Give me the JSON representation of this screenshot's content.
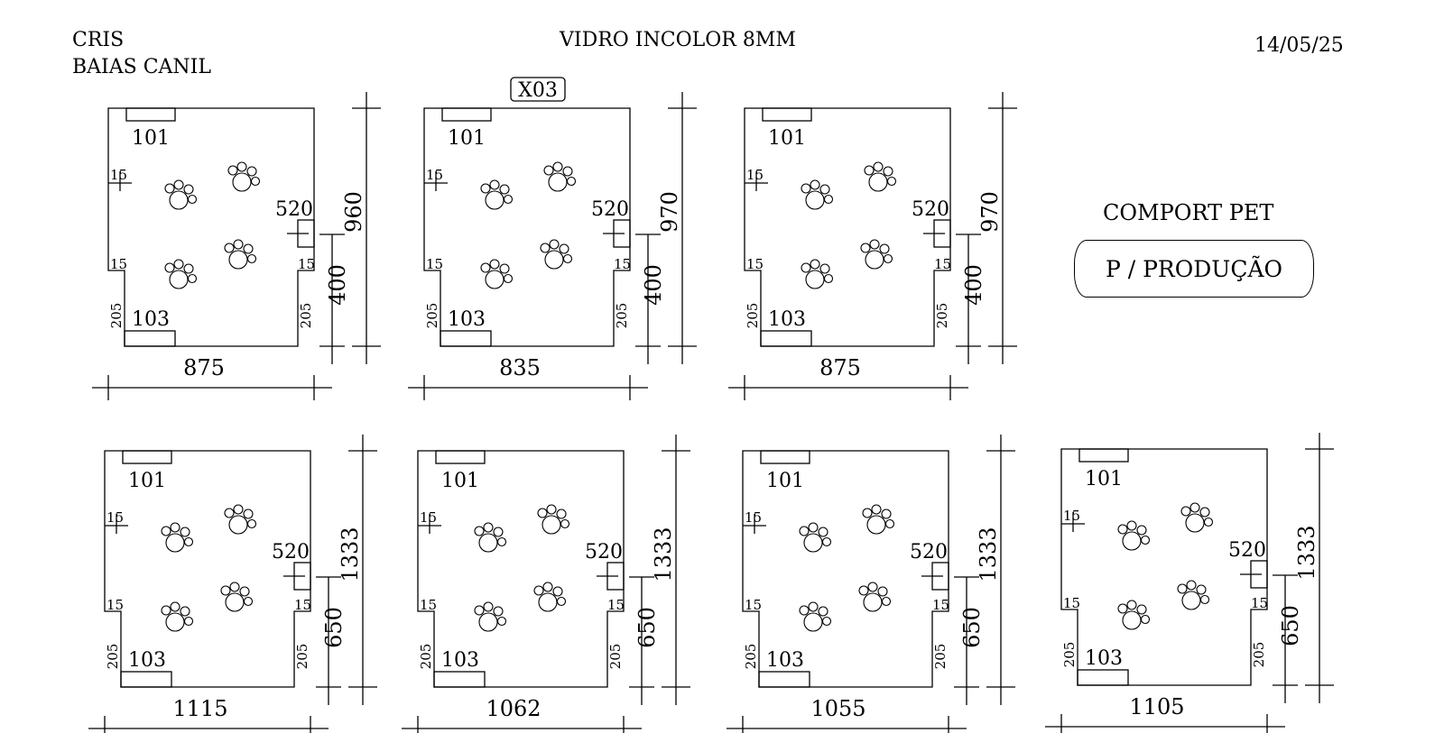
{
  "header": {
    "client": "CRIS",
    "project": "BAIAS CANIL",
    "material": "VIDRO INCOLOR 8MM",
    "date": "14/05/25"
  },
  "note": {
    "title": "COMPORT PET",
    "stamp": "P / PRODUÇÃO"
  },
  "quantity_tag": "X03",
  "panels": [
    {
      "width": "875",
      "height": "960",
      "top_cutout": "101",
      "bottom_cutout": "103",
      "side_mark": "520",
      "side_height": "400",
      "corner": "15",
      "notch_depth": "15",
      "notch_width": "205"
    },
    {
      "width": "835",
      "height": "970",
      "top_cutout": "101",
      "bottom_cutout": "103",
      "side_mark": "520",
      "side_height": "400",
      "corner": "15",
      "notch_depth": "15",
      "notch_width": "205"
    },
    {
      "width": "875",
      "height": "970",
      "top_cutout": "101",
      "bottom_cutout": "103",
      "side_mark": "520",
      "side_height": "400",
      "corner": "15",
      "notch_depth": "15",
      "notch_width": "205"
    },
    {
      "width": "1115",
      "height": "1333",
      "top_cutout": "101",
      "bottom_cutout": "103",
      "side_mark": "520",
      "side_height": "650",
      "corner": "15",
      "notch_depth": "15",
      "notch_width": "205"
    },
    {
      "width": "1062",
      "height": "1333",
      "top_cutout": "101",
      "bottom_cutout": "103",
      "side_mark": "520",
      "side_height": "650",
      "corner": "15",
      "notch_depth": "15",
      "notch_width": "205"
    },
    {
      "width": "1055",
      "height": "1333",
      "top_cutout": "101",
      "bottom_cutout": "103",
      "side_mark": "520",
      "side_height": "650",
      "corner": "15",
      "notch_depth": "15",
      "notch_width": "205"
    },
    {
      "width": "1105",
      "height": "1333",
      "top_cutout": "101",
      "bottom_cutout": "103",
      "side_mark": "520",
      "side_height": "650",
      "corner": "15",
      "notch_depth": "15",
      "notch_width": "205"
    }
  ],
  "decoration": {
    "icon": "paw-print-icon",
    "stroke_color": "#000000"
  }
}
